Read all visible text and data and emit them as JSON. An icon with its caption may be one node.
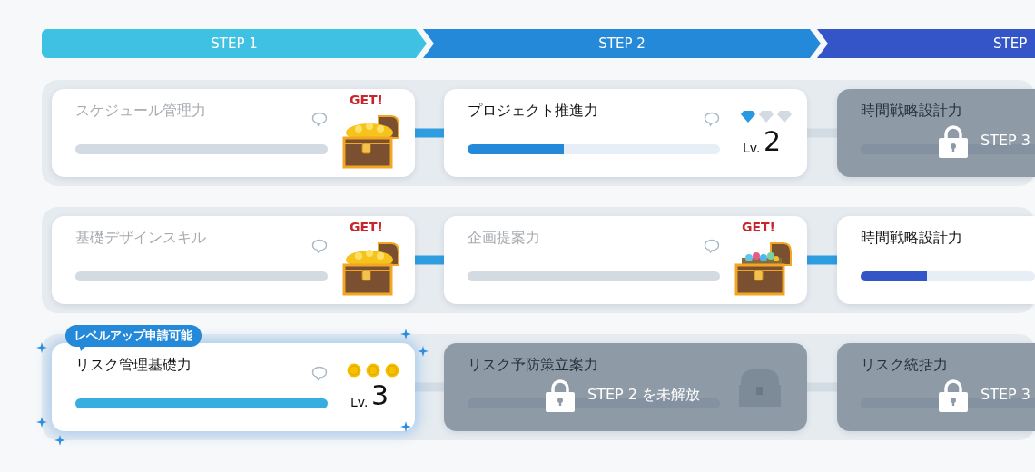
{
  "diagram": {
    "nodes": [
      {
        "text": [
          "STEP 1"
        ]
      },
      {
        "text": [
          "STEP 2"
        ]
      },
      {
        "text": [
          "STEP"
        ]
      },
      {
        "text": [
          "スケジュール管理力",
          "GET!"
        ]
      },
      {
        "text": [
          "プロジェクト推進力",
          "Lv.",
          "2"
        ]
      },
      {
        "text": [
          "時間戦略設計力",
          "STEP 3"
        ]
      },
      {
        "text": [
          "基礎デザインスキル",
          "GET!"
        ]
      },
      {
        "text": [
          "企画提案力",
          "GET!"
        ]
      },
      {
        "text": [
          "時間戦略設計力"
        ]
      },
      {
        "text": [
          "レベルアップ申請可能",
          "リスク管理基礎力",
          "Lv.",
          "3"
        ]
      },
      {
        "text": [
          "リスク予防策立案力",
          "STEP 2 を未解放"
        ]
      },
      {
        "text": [
          "リスク統括力",
          "STEP 3"
        ]
      }
    ],
    "edges": [
      {
        "from": 3,
        "to": 4,
        "arrow": "none"
      },
      {
        "from": 4,
        "to": 5,
        "arrow": "none",
        "color": "#d3dbe3"
      },
      {
        "from": 6,
        "to": 7,
        "arrow": "none"
      },
      {
        "from": 7,
        "to": 8,
        "arrow": "none"
      },
      {
        "from": 9,
        "to": 10,
        "arrow": "none",
        "color": "#d3dbe3"
      },
      {
        "from": 10,
        "to": 11,
        "arrow": "none",
        "color": "#d3dbe3"
      }
    ]
  }
}
